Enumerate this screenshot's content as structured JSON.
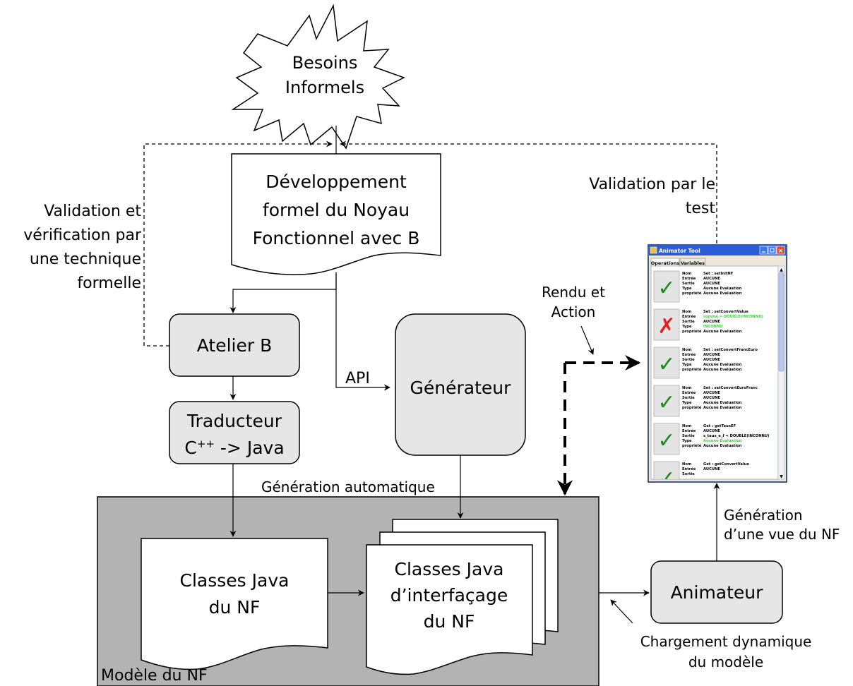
{
  "besoins": {
    "line1": "Besoins",
    "line2": "Informels"
  },
  "developpement": {
    "line1": "Développement",
    "line2": "formel du Noyau",
    "line3": "Fonctionnel avec B"
  },
  "validation_verif": {
    "line1": "Validation et",
    "line2": "vérification par",
    "line3": "une technique",
    "line4": "formelle"
  },
  "validation_test": {
    "line1": "Validation par le",
    "line2": "test"
  },
  "atelier": "Atelier B",
  "traducteur": {
    "line1": "Traducteur",
    "line2_base": "C",
    "line2_sup": "++",
    "line2_rest": " -> Java"
  },
  "api": "API",
  "generateur": "Générateur",
  "rendu": {
    "line1": "Rendu et",
    "line2": "Action"
  },
  "generation_auto": "Génération automatique",
  "modele_label": "Modèle du NF",
  "classes_nf": {
    "line1": "Classes Java",
    "line2": "du NF"
  },
  "classes_interf": {
    "line1": "Classes Java",
    "line2": "d’interfaçage",
    "line3": "du NF"
  },
  "animateur": "Animateur",
  "generation_vue": {
    "line1": "Génération",
    "line2": "d’une vue du NF"
  },
  "chargement": {
    "line1": "Chargement dynamique",
    "line2": "du modèle"
  },
  "window": {
    "title": "Animator Tool",
    "tabs": [
      "Operations",
      "Variables"
    ],
    "field_labels": [
      "Nom",
      "Entrée",
      "Sortie",
      "Type",
      "propriété"
    ],
    "entries": [
      {
        "status": "ok",
        "values": [
          "Set : setInitNF",
          "AUCUNE",
          "AUCUNE",
          "Aucune Evaluation",
          "Aucune Evaluation"
        ],
        "green": [
          false,
          false,
          false,
          false,
          false
        ]
      },
      {
        "status": "fail",
        "values": [
          "Set : setConvertValue",
          "somme = DOUBLE(INCONNU)",
          "AUCUNE",
          "INCONNU",
          "Aucune Evaluation"
        ],
        "green": [
          false,
          true,
          false,
          true,
          false
        ]
      },
      {
        "status": "ok",
        "values": [
          "Set : setConvertFrancEuro",
          "AUCUNE",
          "AUCUNE",
          "Aucune Evaluation",
          "Aucune Evaluation"
        ],
        "green": [
          false,
          false,
          false,
          false,
          false
        ]
      },
      {
        "status": "ok",
        "values": [
          "Set : setConvertEuroFranc",
          "AUCUNE",
          "AUCUNE",
          "Aucune Evaluation",
          "Aucune Evaluation"
        ],
        "green": [
          false,
          false,
          false,
          false,
          false
        ]
      },
      {
        "status": "ok",
        "values": [
          "Get : getTauxEF",
          "AUCUNE",
          "s_taux_e_f = DOUBLE(INCONNU)",
          "Aucune Evaluation",
          "Aucune Evaluation"
        ],
        "green": [
          false,
          false,
          false,
          true,
          false
        ]
      },
      {
        "status": "ok",
        "values": [
          "Get : getConvertValue",
          "AUCUNE",
          "",
          "",
          ""
        ],
        "green": [
          false,
          false,
          false,
          false,
          false
        ]
      }
    ]
  },
  "colors": {
    "box_fill": "#e6e6e6",
    "model_fill": "#b3b3b3",
    "ok": "#1a8a1a",
    "fail": "#e02020",
    "green_text": "#33dd33",
    "xp_blue": "#2a5ed8"
  }
}
